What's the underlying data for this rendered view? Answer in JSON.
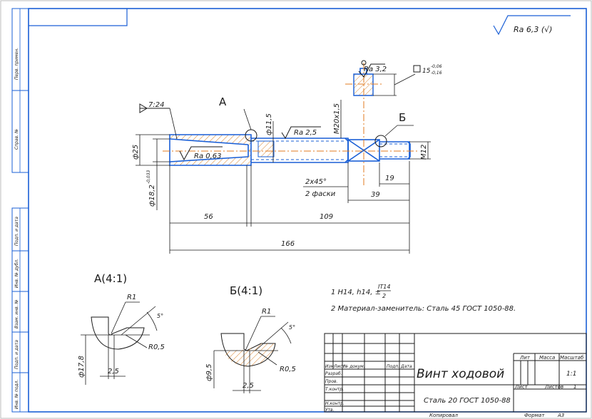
{
  "roughness_general": "Ra 6,3 (√)",
  "roughness_groove": "Ra 3,2",
  "roughness_thread": "Ra 2,5",
  "roughness_bore": "Ra 0,63",
  "taper": "7:24",
  "flatness_tol": "15",
  "flatness_tol_upper": "-0,06",
  "flatness_tol_lower": "-0,16",
  "callout_a": "А",
  "callout_b": "Б",
  "dims": {
    "d25": "ф25",
    "d18": "ф18,2",
    "d18_tol": "-0,033",
    "d11": "ф11,5",
    "m20": "M20x1,5",
    "m12": "M12",
    "chamfer": "2x45°",
    "chamfer_note": "2 фаски",
    "l19": "19",
    "l39": "39",
    "l56": "56",
    "l109": "109",
    "l166": "166"
  },
  "detail_a": {
    "title": "А(4:1)",
    "r1": "R1",
    "r05": "R0,5",
    "w": "2,5",
    "d": "ф17,8",
    "ang": "5°"
  },
  "detail_b": {
    "title": "Б(4:1)",
    "r1": "R1",
    "r05": "R0,5",
    "w": "2,5",
    "d": "ф9,5",
    "ang": "5°"
  },
  "notes": {
    "n1_a": "1 H14, h14, ±",
    "n1_num": "IT14",
    "n1_den": "2",
    "n2": "2  Материал-заменитель: Сталь 45 ГОСТ 1050-88."
  },
  "side_labels": [
    "Перв. примен.",
    "Справ. №",
    "Подп. и дата",
    "Инв. № дубл.",
    "Взам. инв. №",
    "Подп. и дата",
    "Инв. № подл."
  ],
  "title_block": {
    "name": "Винт ходовой",
    "material": "Сталь 20 ГОСТ 1050-88",
    "hdr_izm": "Изм",
    "hdr_list": "Лист",
    "hdr_doc": "№ докум.",
    "hdr_podp": "Подп.",
    "hdr_data": "Дата",
    "razrab": "Разраб.",
    "prov": "Пров.",
    "tkontr": "Т.контр.",
    "nkontr": "Н.контр.",
    "utv": "Утв.",
    "lit": "Лит",
    "massa": "Масса",
    "masshtab": "Масштаб",
    "scale_val": "1:1",
    "list_lbl": "Лист",
    "listov_lbl": "Листов",
    "listov_val": "1",
    "kopiroval": "Копировал",
    "format": "Формат",
    "format_val": "А3"
  }
}
